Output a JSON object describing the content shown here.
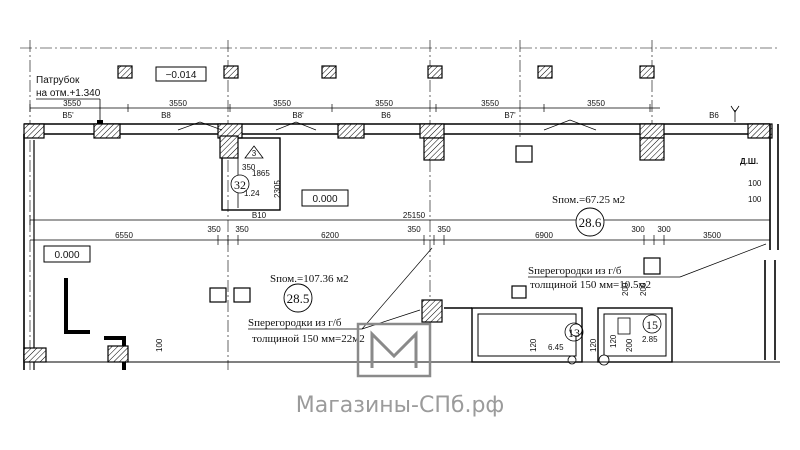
{
  "elevation_top": "−0.014",
  "patrubok_line1": "Патрубок",
  "patrubok_line2": "на отм.+1.340",
  "top_dims": [
    "3550",
    "3550",
    "3550",
    "3550",
    "3550",
    "3550"
  ],
  "beams": [
    "B5'",
    "B8",
    "B8'",
    "B6",
    "B7'",
    "B6"
  ],
  "beam_b10": "B10",
  "mid_dims": [
    "6550",
    "350",
    "350",
    "6200",
    "350",
    "350",
    "6900",
    "300",
    "300",
    "3500"
  ],
  "overall_dim": "25150",
  "small_room": {
    "number": "32",
    "area": "1.24",
    "dim_a": "350",
    "dim_b": "1865",
    "dim_c": "2305",
    "marker": "3"
  },
  "level_left": "0.000",
  "level_center": "0.000",
  "room_285": {
    "area_text": "Sпом.=107.36 м2",
    "number": "28.5",
    "partition_line1": "Sперегородки из г/б",
    "partition_line2": "толщиной 150 мм=22м2"
  },
  "room_286": {
    "area_text": "Sпом.=67.25 м2",
    "number": "28.6",
    "partition_line1": "Sперегородки из г/б",
    "partition_line2": "толщиной 150 мм=10.5м2"
  },
  "room_13": {
    "number": "13",
    "area": "6.45"
  },
  "room_15": {
    "number": "15",
    "area": "2.85"
  },
  "dsh_label": "Д.Ш.",
  "dsh_dims": [
    "100",
    "100"
  ],
  "small_dims": [
    "100",
    "120",
    "120",
    "200",
    "120",
    "200",
    "200"
  ],
  "watermark": "Магазины-СПб.рф"
}
